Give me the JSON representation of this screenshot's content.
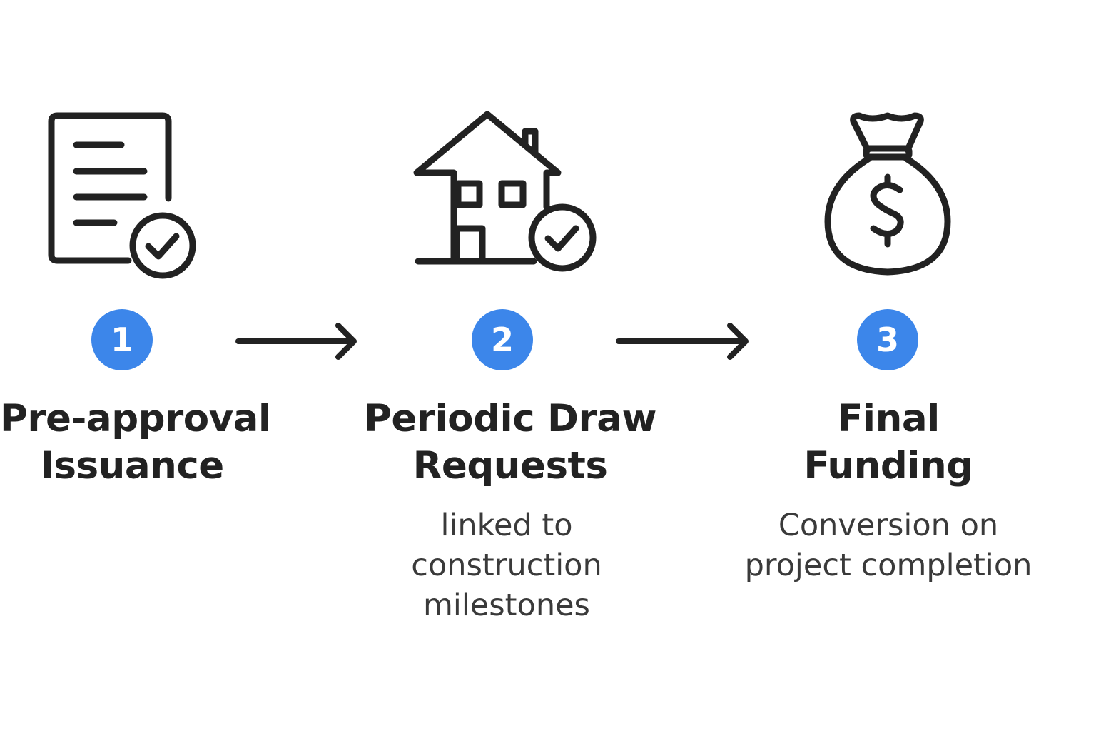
{
  "steps": [
    {
      "number": "1",
      "title_lines": [
        "Pre-approval",
        "Issuance"
      ],
      "description_lines": [],
      "icon": "document-check-icon"
    },
    {
      "number": "2",
      "title_lines": [
        "Periodic Draw",
        "Requests"
      ],
      "description_lines": [
        "linked to",
        "construction",
        "milestones"
      ],
      "icon": "house-check-icon"
    },
    {
      "number": "3",
      "title_lines": [
        "Final",
        "Funding"
      ],
      "description_lines": [
        "Conversion on",
        "project completion"
      ],
      "icon": "money-bag-icon"
    }
  ],
  "connectors": [
    "arrow-right-icon",
    "arrow-right-icon"
  ],
  "colors": {
    "badge": "#3c86ea",
    "stroke": "#222222",
    "text": "#222222",
    "description": "#3a3a3a",
    "background": "#ffffff"
  }
}
